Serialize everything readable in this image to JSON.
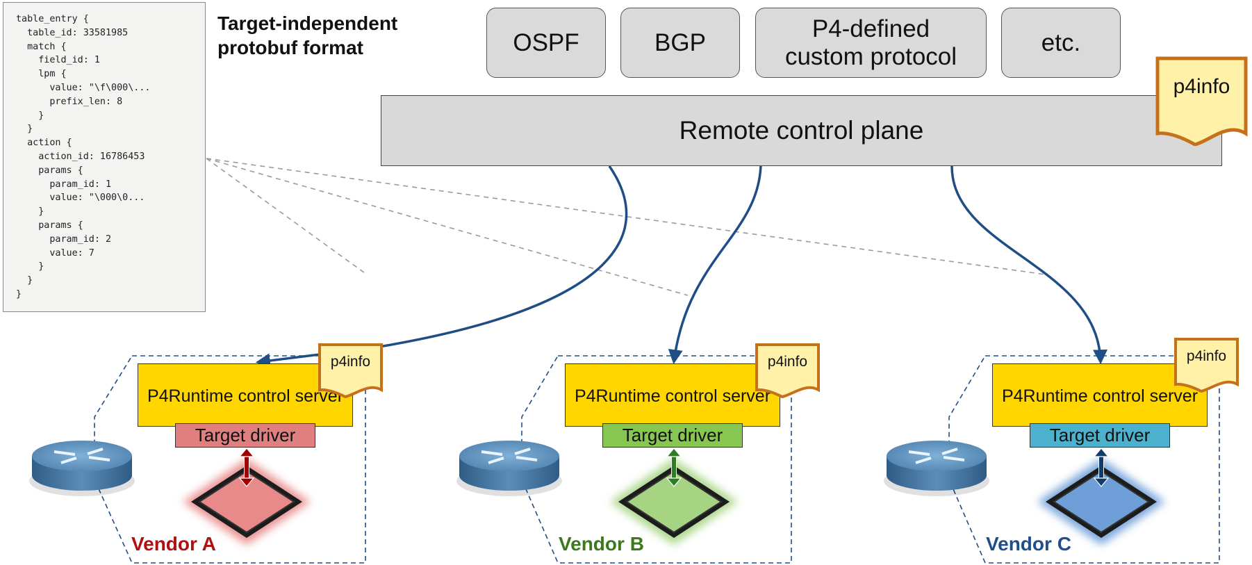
{
  "code": {
    "lines": [
      "table_entry {",
      "  table_id: 33581985",
      "  match {",
      "    field_id: 1",
      "    lpm {",
      "      value: \"\\f\\000\\...",
      "      prefix_len: 8",
      "    }",
      "  }",
      "  action {",
      "    action_id: 16786453",
      "    params {",
      "      param_id: 1",
      "      value: \"\\000\\0...",
      "    }",
      "    params {",
      "      param_id: 2",
      "      value: 7",
      "    }",
      "  }",
      "}"
    ]
  },
  "format_title": "Target-independent protobuf format",
  "protocols": [
    "OSPF",
    "BGP",
    "P4-defined custom protocol",
    "etc."
  ],
  "control_plane": {
    "label": "Remote control plane",
    "p4info": "p4info"
  },
  "vendors": [
    {
      "server_label": "P4Runtime control server",
      "driver_label": "Target driver",
      "p4info": "p4info",
      "vendor_label": "Vendor A",
      "color": "#b01010",
      "driver_color": "#e07f7f",
      "chip_color": "#e98a8a",
      "arrow_color": "#a00000"
    },
    {
      "server_label": "P4Runtime control server",
      "driver_label": "Target driver",
      "p4info": "p4info",
      "vendor_label": "Vendor B",
      "color": "#3a7a1a",
      "driver_color": "#86c651",
      "chip_color": "#a6d483",
      "arrow_color": "#2e7d20"
    },
    {
      "server_label": "P4Runtime control server",
      "driver_label": "Target driver",
      "p4info": "p4info",
      "vendor_label": "Vendor C",
      "color": "#1f4e8c",
      "driver_color": "#4cb1cc",
      "chip_color": "#6f9fd8",
      "arrow_color": "#123c6b"
    }
  ],
  "colors": {
    "link": "#1f4e86",
    "server": "#ffd600",
    "doc_fill": "#fff1a8",
    "doc_border": "#c5711b"
  }
}
